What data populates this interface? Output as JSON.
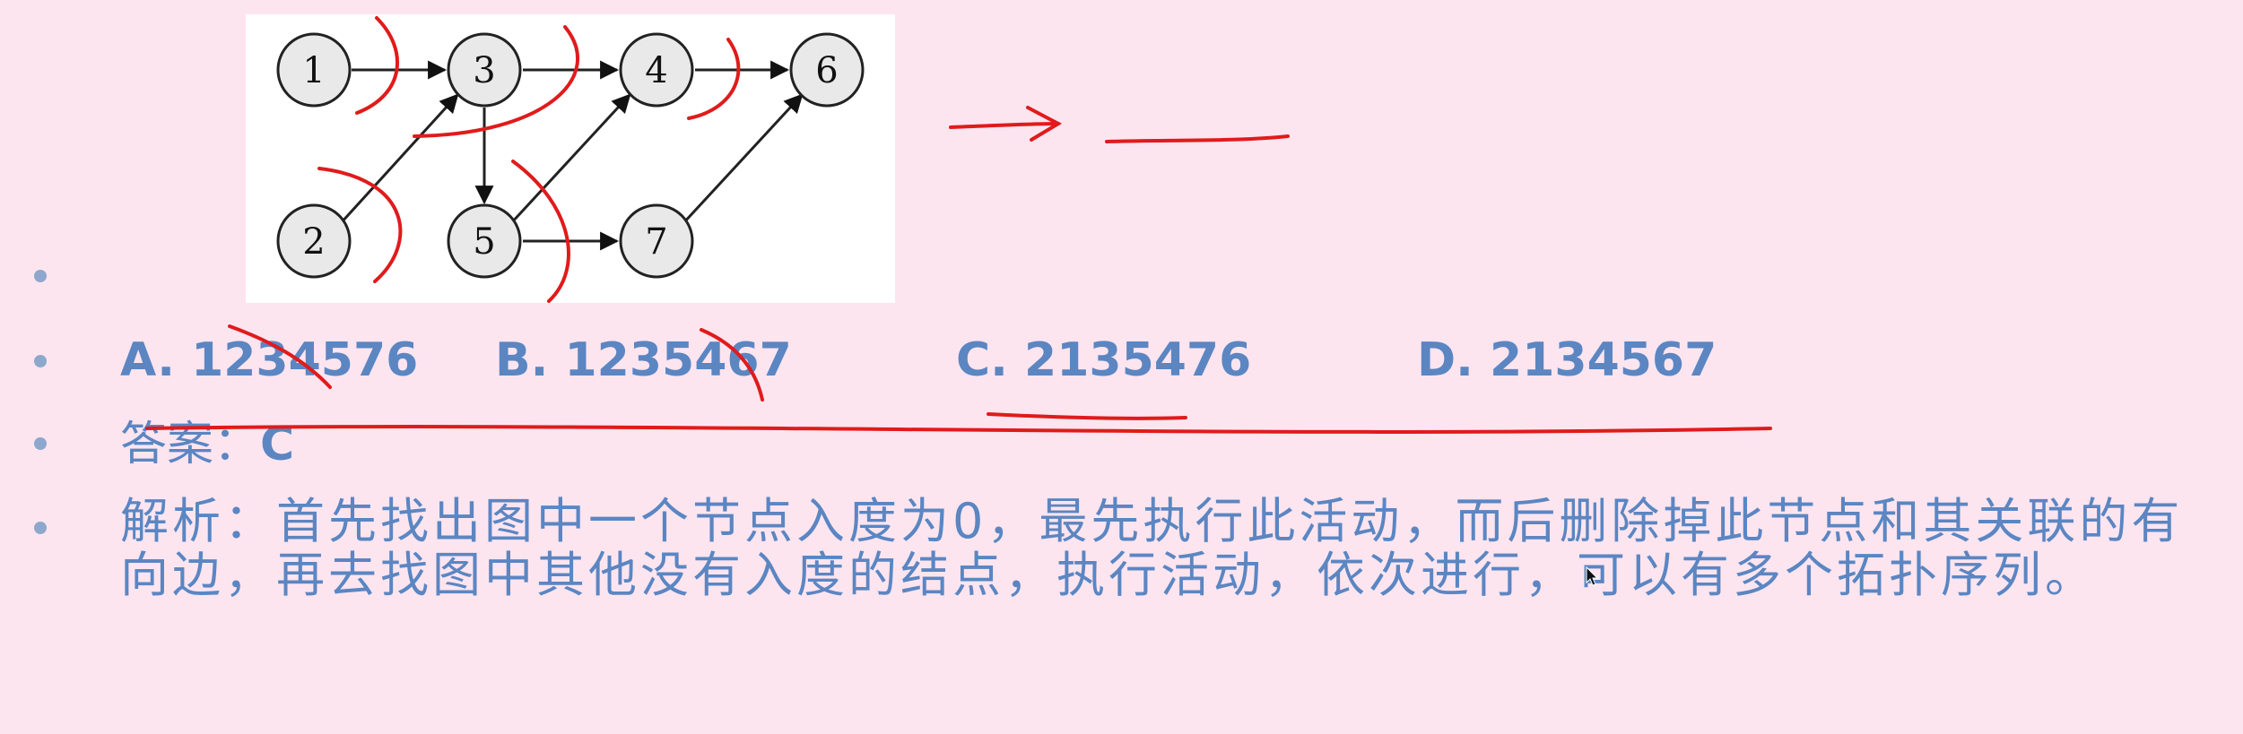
{
  "graph": {
    "nodes": [
      "1",
      "2",
      "3",
      "4",
      "5",
      "6",
      "7"
    ]
  },
  "options": {
    "a": "A. 1234576",
    "b": "B. 1235467",
    "c": "C. 2135476",
    "d": "D. 2134567"
  },
  "answer": {
    "label": "答案：",
    "value": "C"
  },
  "analysis": {
    "label": "解析：",
    "text": "首先找出图中一个节点入度为0，最先执行此活动，而后删除掉此节点和其关联的有向边，再去找图中其他没有入度的结点，执行活动，依次进行，可以有多个拓扑序列。"
  },
  "colors": {
    "background": "#fde5f0",
    "text": "#5b86c2",
    "ink": "#e01b1b"
  }
}
